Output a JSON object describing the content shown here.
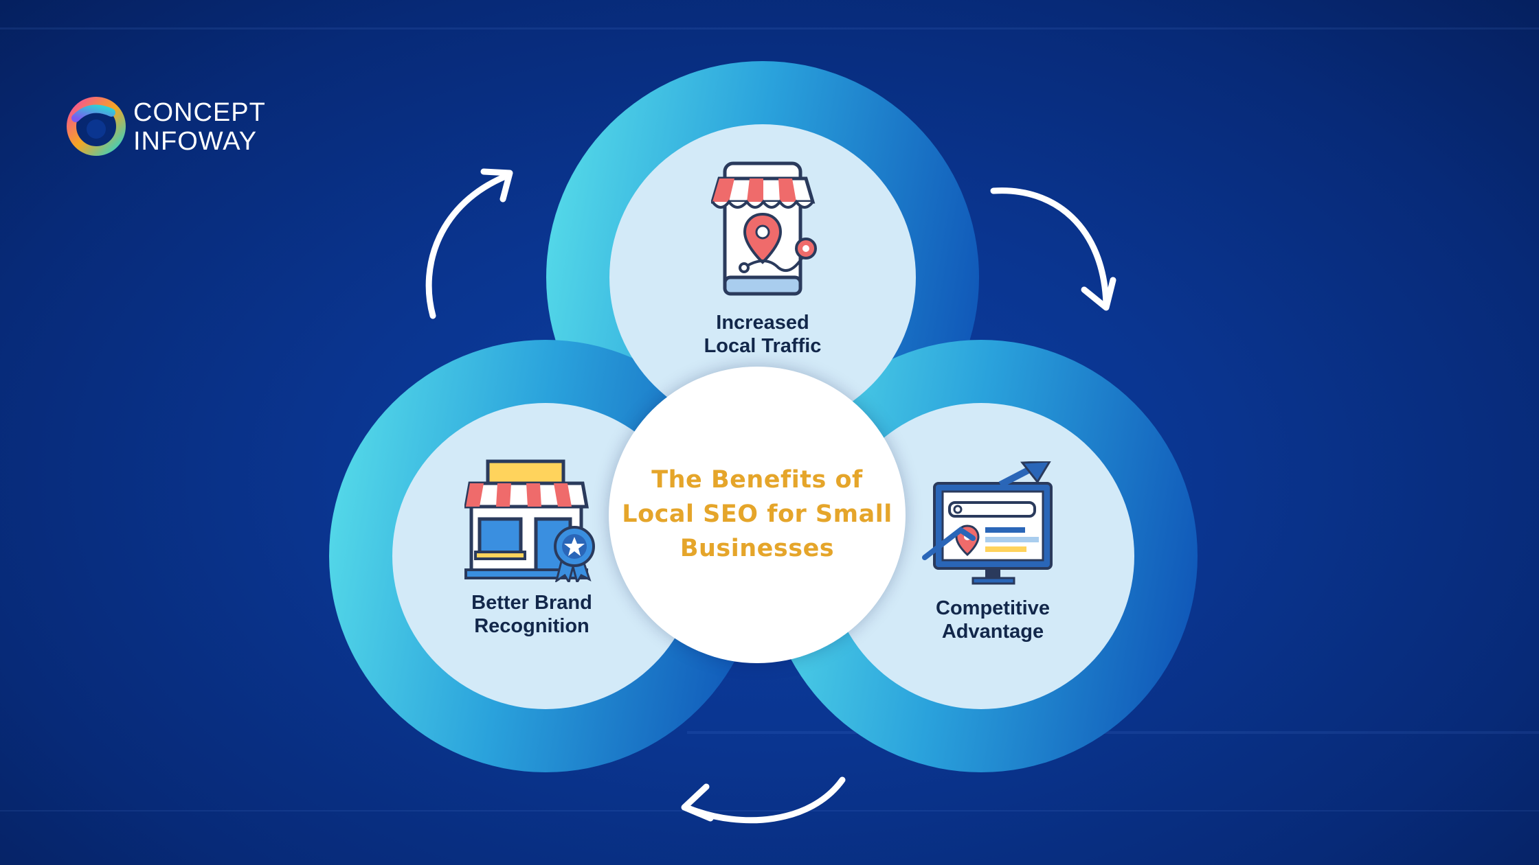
{
  "logo": {
    "line1": "CONCEPT",
    "line2": "INFOWAY"
  },
  "center": {
    "title_lines": [
      "The Benefits of",
      "Local SEO for Small",
      "Businesses"
    ]
  },
  "nodes": {
    "top": {
      "lines": [
        "Increased",
        "Local Traffic"
      ],
      "icon": "mobile-store-location-icon"
    },
    "left": {
      "lines": [
        "Better Brand",
        "Recognition"
      ],
      "icon": "storefront-badge-icon"
    },
    "right": {
      "lines": [
        "Competitive",
        "Advantage"
      ],
      "icon": "monitor-growth-icon"
    }
  },
  "colors": {
    "background": "#0a3590",
    "ring_light": "#57dbe6",
    "ring_dark": "#0d4fb4",
    "inner_disc": "#d3eaf8",
    "title": "#e5a52a",
    "label": "#12274a"
  }
}
